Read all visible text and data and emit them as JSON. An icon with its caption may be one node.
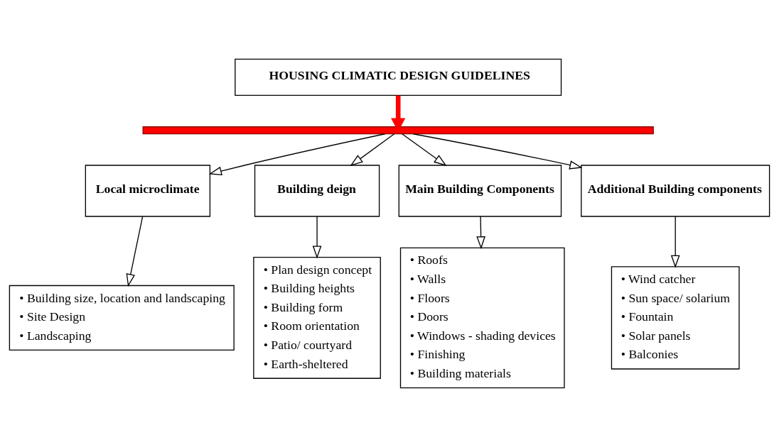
{
  "diagram": {
    "nodes": [
      {
        "text": [
          "HOUSING CLIMATIC DESIGN GUIDELINES"
        ]
      },
      {
        "text": [],
        "shape": "bar"
      },
      {
        "text": [
          "Local microclimate"
        ]
      },
      {
        "text": [
          "Building deign"
        ]
      },
      {
        "text": [
          "Main Building Components"
        ]
      },
      {
        "text": [
          "Additional Building components"
        ]
      },
      {
        "text": [
          "• Building size, location and landscaping",
          "• Site Design",
          "• Landscaping"
        ]
      },
      {
        "text": [
          "• Plan design concept",
          "• Building heights",
          "• Building form",
          "• Room orientation",
          "• Patio/ courtyard",
          "• Earth-sheltered"
        ]
      },
      {
        "text": [
          "• Roofs",
          "• Walls",
          "• Floors",
          "• Doors",
          "• Windows - shading devices",
          "• Finishing",
          "• Building materials"
        ]
      },
      {
        "text": [
          "• Wind catcher",
          "• Sun space/ solarium",
          "• Fountain",
          "• Solar panels",
          "• Balconies"
        ]
      }
    ],
    "edges": [
      {
        "from": 0,
        "to": 1,
        "arrow": "to",
        "style": "thick",
        "color": "#ff0000"
      },
      {
        "from": 1,
        "to": 2,
        "arrow": "to"
      },
      {
        "from": 1,
        "to": 3,
        "arrow": "to"
      },
      {
        "from": 1,
        "to": 4,
        "arrow": "to"
      },
      {
        "from": 1,
        "to": 5,
        "arrow": "to"
      },
      {
        "from": 2,
        "to": 6,
        "arrow": "to"
      },
      {
        "from": 3,
        "to": 7,
        "arrow": "to"
      },
      {
        "from": 4,
        "to": 8,
        "arrow": "to"
      },
      {
        "from": 5,
        "to": 9,
        "arrow": "to"
      }
    ]
  }
}
